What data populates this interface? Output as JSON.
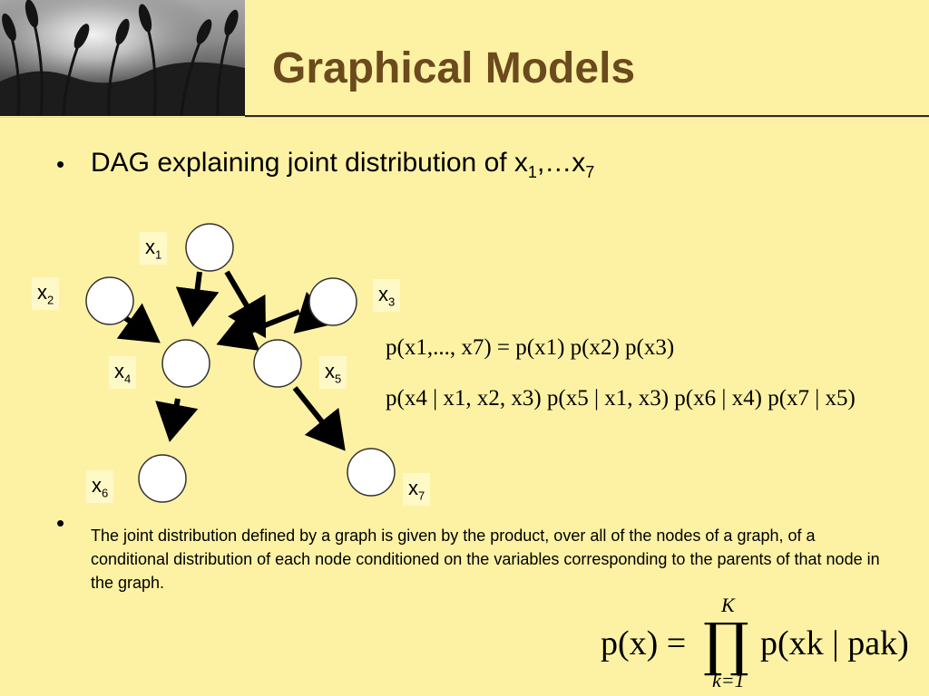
{
  "slide": {
    "title": "Graphical Models",
    "bullets": [
      {
        "text": "DAG explaining joint distribution of x",
        "sub1": "1",
        "mid": ",…x",
        "sub2": "7"
      },
      {
        "text": "The joint distribution defined by a graph is given by the product, over all of the nodes of a graph, of a conditional distribution of each node conditioned on the variables corresponding to the parents of that node in the graph."
      }
    ]
  },
  "graph": {
    "nodes": [
      {
        "id": "x1",
        "base": "x",
        "sub": "1"
      },
      {
        "id": "x2",
        "base": "x",
        "sub": "2"
      },
      {
        "id": "x3",
        "base": "x",
        "sub": "3"
      },
      {
        "id": "x4",
        "base": "x",
        "sub": "4"
      },
      {
        "id": "x5",
        "base": "x",
        "sub": "5"
      },
      {
        "id": "x6",
        "base": "x",
        "sub": "6"
      },
      {
        "id": "x7",
        "base": "x",
        "sub": "7"
      }
    ],
    "edges": [
      [
        "x1",
        "x4"
      ],
      [
        "x1",
        "x5"
      ],
      [
        "x2",
        "x4"
      ],
      [
        "x3",
        "x4"
      ],
      [
        "x3",
        "x5"
      ],
      [
        "x4",
        "x6"
      ],
      [
        "x5",
        "x7"
      ]
    ]
  },
  "equations": {
    "line1": "p(x1,..., x7) = p(x1) p(x2) p(x3)",
    "line2": "p(x4 | x1, x2, x3) p(x5 | x1, x3) p(x6 | x4) p(x7 | x5)",
    "product": {
      "lhs": "p(x) =",
      "rhs": "p(xk | pak)",
      "upper": "K",
      "lower": "k=1"
    }
  },
  "colors": {
    "background": "#fdf2a4",
    "title": "#6b4a1e",
    "label_bg": "#fff9c8"
  }
}
